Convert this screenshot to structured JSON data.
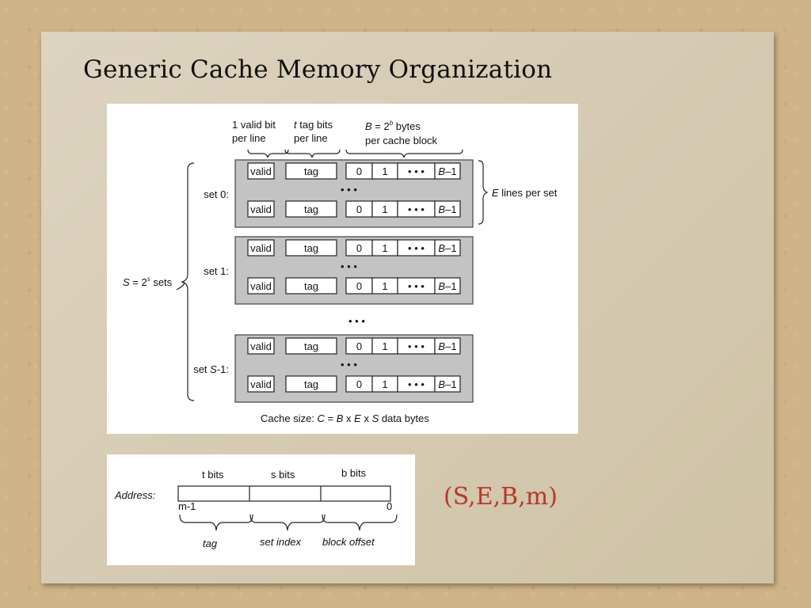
{
  "slide": {
    "title": "Generic Cache Memory Organization",
    "notation": "(S,E,B,m)"
  },
  "cache_diagram": {
    "header_valid": [
      "1 valid bit",
      "per line"
    ],
    "header_tag": [
      "t tag bits",
      "per line"
    ],
    "header_block": [
      "B = 2^b bytes",
      "per cache block"
    ],
    "cell_valid": "valid",
    "cell_tag": "tag",
    "cell_b0": "0",
    "cell_b1": "1",
    "cell_dots": "• • •",
    "cell_blast": "B–1",
    "line_dots": "• • •",
    "set_dots": "• • •",
    "sets": [
      {
        "label": "set 0:"
      },
      {
        "label": "set 1:"
      },
      {
        "label": "set S-1:"
      }
    ],
    "lines_per_set": "E  lines per set",
    "num_sets": "S = 2^s sets",
    "cache_size": "Cache size:  C = B x E x S data bytes"
  },
  "address": {
    "label": "Address:",
    "t_bits": "t bits",
    "s_bits": "s bits",
    "b_bits": "b bits",
    "msb": "m-1",
    "lsb": "0",
    "tag": "tag",
    "set_index": "set index",
    "block_offset": "block offset"
  }
}
